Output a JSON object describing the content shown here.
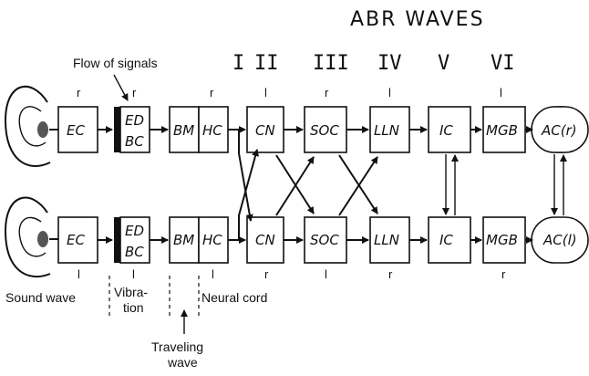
{
  "title": "ABR WAVES",
  "flow_label": "Flow of signals",
  "waves": [
    "I",
    "II",
    "III",
    "IV",
    "V",
    "VI"
  ],
  "boxes": {
    "ec": "EC",
    "ed": "ED",
    "bc": "BC",
    "bm": "BM",
    "hc": "HC",
    "cn": "CN",
    "soc": "SOC",
    "lln": "LLN",
    "ic": "IC",
    "mgb": "MGB",
    "ac_right": "AC(r)",
    "ac_left": "AC(l)"
  },
  "side_labels": {
    "r": "r",
    "l": "l"
  },
  "bottom_labels": {
    "sound_wave": "Sound wave",
    "vibration_1": "Vibra-",
    "vibration_2": "tion",
    "neural_cord": "Neural cord",
    "traveling_1": "Traveling",
    "traveling_2": "wave"
  }
}
